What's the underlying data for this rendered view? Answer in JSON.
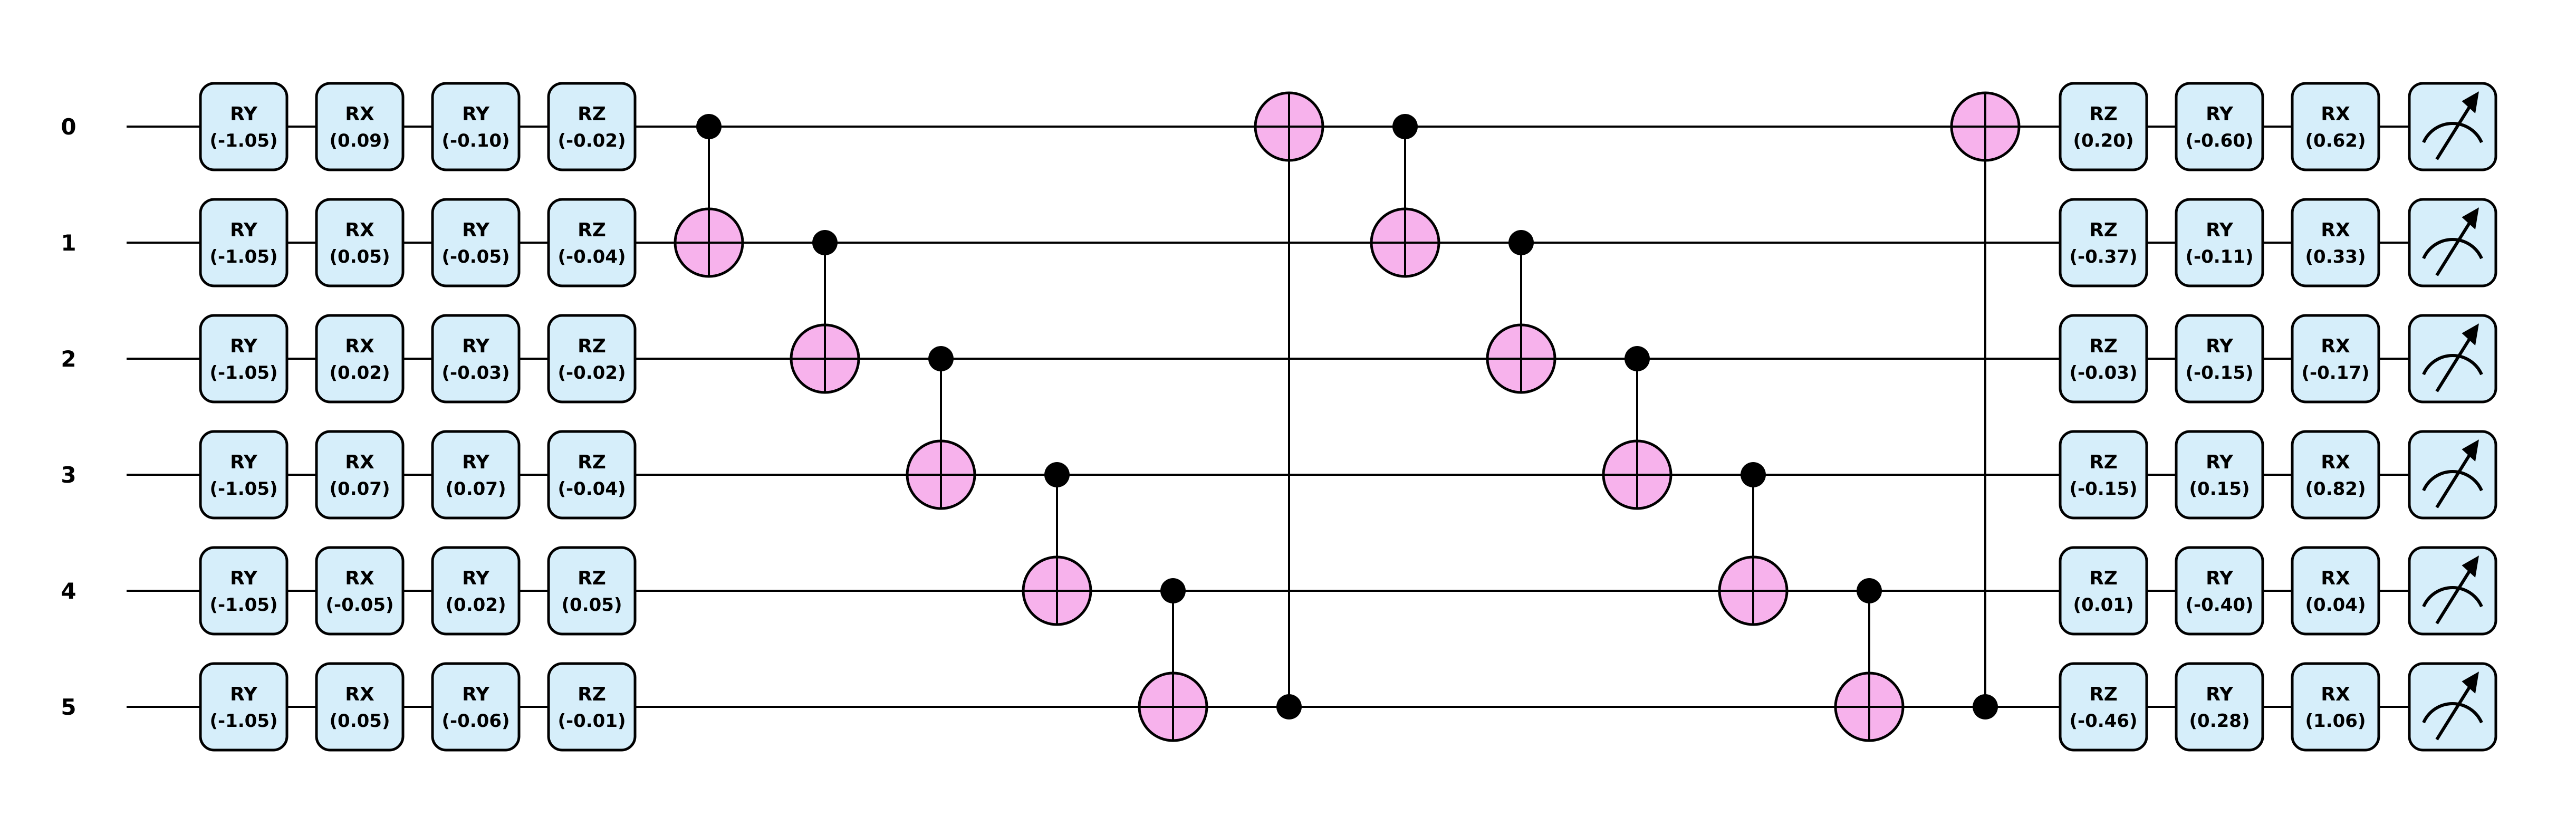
{
  "qubits": [
    "0",
    "1",
    "2",
    "3",
    "4",
    "5"
  ],
  "gate_columns": [
    [
      "RY",
      "(-1.05)",
      "RY",
      "(-1.05)",
      "RY",
      "(-1.05)",
      "RY",
      "(-1.05)",
      "RY",
      "(-1.05)",
      "RY",
      "(-1.05)"
    ],
    [
      "RX",
      "(0.09)",
      "RX",
      "(0.05)",
      "RX",
      "(0.02)",
      "RX",
      "(0.07)",
      "RX",
      "(-0.05)",
      "RX",
      "(0.05)"
    ],
    [
      "RY",
      "(-0.10)",
      "RY",
      "(-0.05)",
      "RY",
      "(-0.03)",
      "RY",
      "(0.07)",
      "RY",
      "(0.02)",
      "RY",
      "(-0.06)"
    ],
    [
      "RZ",
      "(-0.02)",
      "RZ",
      "(-0.04)",
      "RZ",
      "(-0.02)",
      "RZ",
      "(-0.04)",
      "RZ",
      "(0.05)",
      "RZ",
      "(-0.01)"
    ],
    [
      "RZ",
      "(0.20)",
      "RZ",
      "(-0.37)",
      "RZ",
      "(-0.03)",
      "RZ",
      "(-0.15)",
      "RZ",
      "(0.01)",
      "RZ",
      "(-0.46)"
    ],
    [
      "RY",
      "(-0.60)",
      "RY",
      "(-0.11)",
      "RY",
      "(-0.15)",
      "RY",
      "(0.15)",
      "RY",
      "(-0.40)",
      "RY",
      "(0.28)"
    ],
    [
      "RX",
      "(0.62)",
      "RX",
      "(0.33)",
      "RX",
      "(-0.17)",
      "RX",
      "(0.82)",
      "RX",
      "(0.04)",
      "RX",
      "(1.06)"
    ]
  ],
  "cnots": [
    {
      "control": 0,
      "target": 1
    },
    {
      "control": 1,
      "target": 2
    },
    {
      "control": 2,
      "target": 3
    },
    {
      "control": 3,
      "target": 4
    },
    {
      "control": 4,
      "target": 5
    },
    {
      "control": 5,
      "target": 0
    },
    {
      "control": 0,
      "target": 1
    },
    {
      "control": 1,
      "target": 2
    },
    {
      "control": 2,
      "target": 3
    },
    {
      "control": 3,
      "target": 4
    },
    {
      "control": 4,
      "target": 5
    },
    {
      "control": 5,
      "target": 0
    }
  ],
  "measurements": [
    "measure-icon",
    "measure-icon",
    "measure-icon",
    "measure-icon",
    "measure-icon",
    "measure-icon"
  ],
  "colors": {
    "gate_fill": "#d6eefa",
    "target_fill": "#f7b2ec",
    "wire": "#000000"
  }
}
